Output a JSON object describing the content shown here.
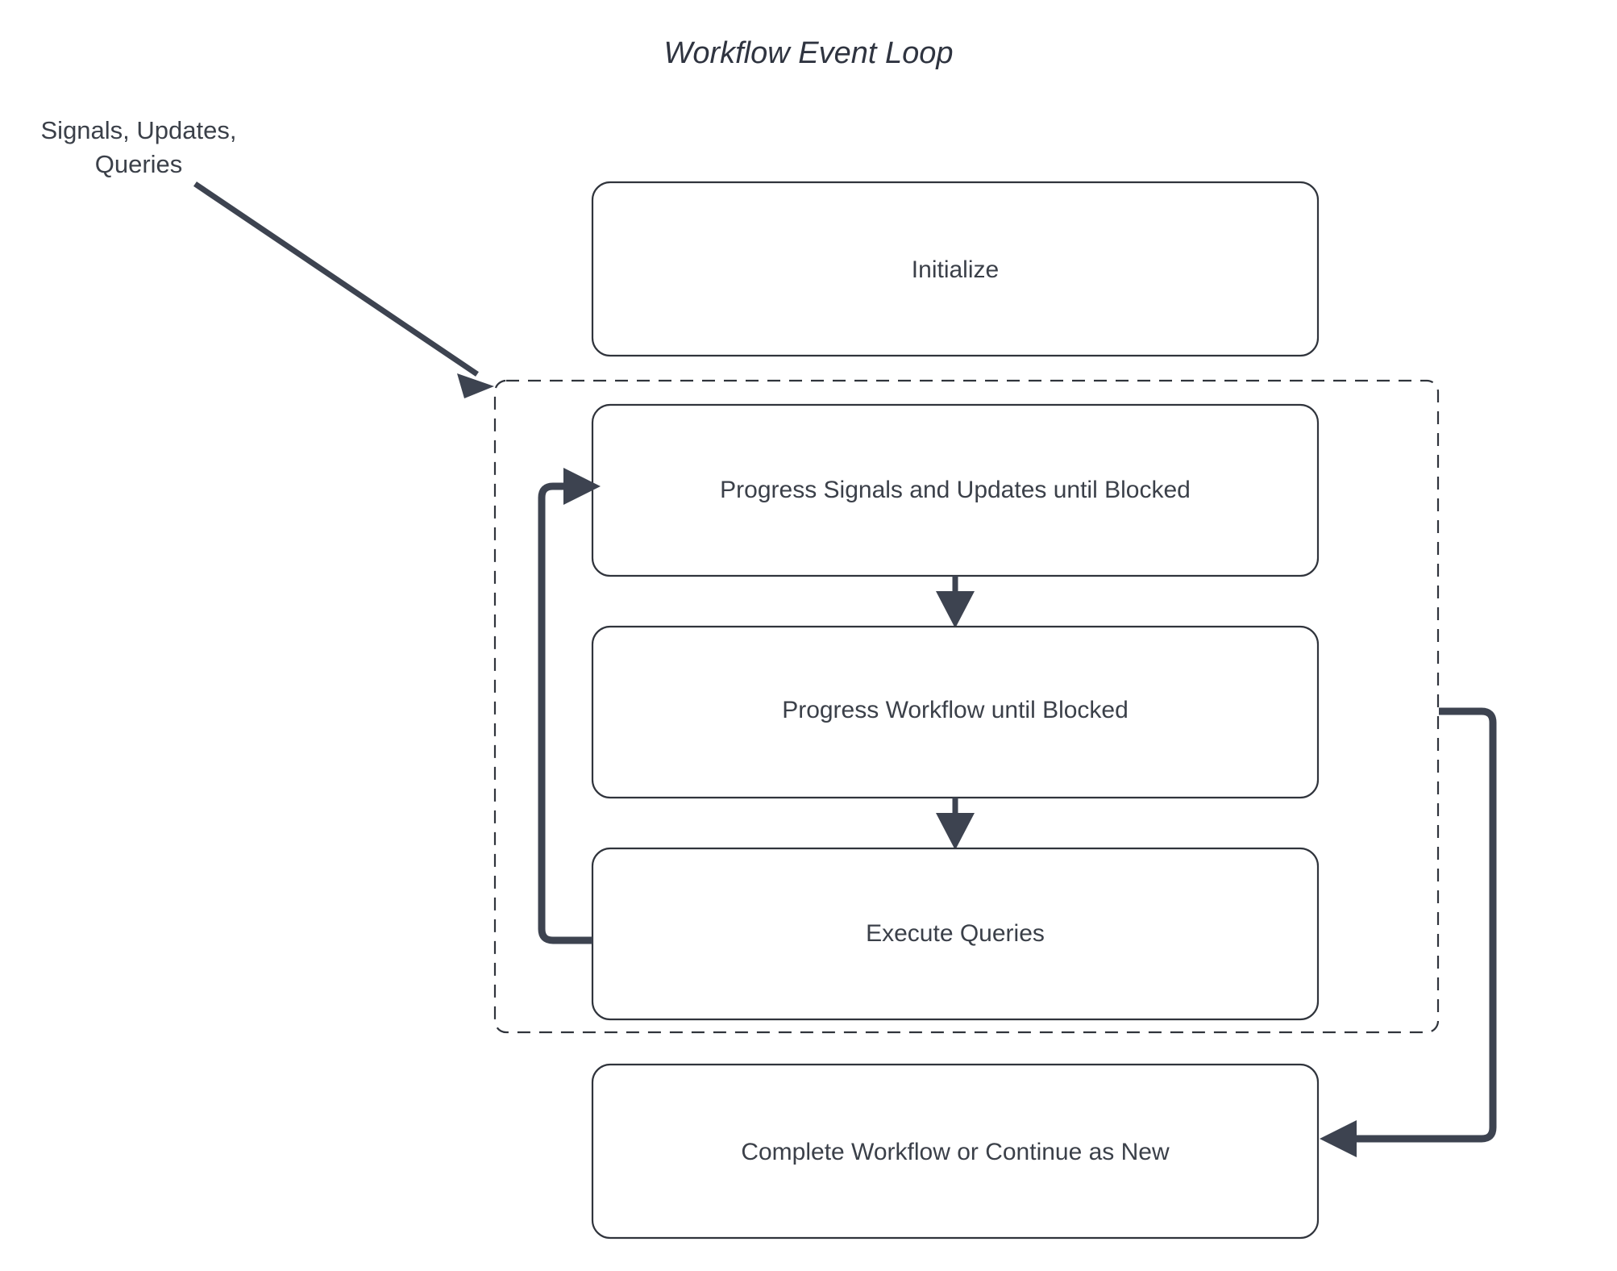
{
  "diagram": {
    "title": "Workflow Event Loop",
    "type": "flowchart",
    "background_color": "#ffffff",
    "stroke_color": "#3d4350",
    "box_border_color": "#30343c",
    "text_color": "#3b4049",
    "external_input_label": "Signals, Updates,\nQueries",
    "external_input_label_line1": "Signals, Updates,",
    "external_input_label_line2": "Queries",
    "nodes": [
      {
        "id": "initialize",
        "label": "Initialize",
        "inside_loop": false
      },
      {
        "id": "progress-signals",
        "label": "Progress Signals and Updates until Blocked",
        "inside_loop": true
      },
      {
        "id": "progress-workflow",
        "label": "Progress Workflow until Blocked",
        "inside_loop": true
      },
      {
        "id": "execute-queries",
        "label": "Execute Queries",
        "inside_loop": true
      },
      {
        "id": "complete-workflow",
        "label": "Complete Workflow or Continue as New",
        "inside_loop": false
      }
    ],
    "group": {
      "id": "event-loop-group",
      "label": "",
      "style": "dashed"
    },
    "edges": [
      {
        "from": "external-input",
        "to": "event-loop-group",
        "style": "diagonal-arrow"
      },
      {
        "from": "progress-signals",
        "to": "progress-workflow",
        "style": "down-arrow"
      },
      {
        "from": "progress-workflow",
        "to": "execute-queries",
        "style": "down-arrow"
      },
      {
        "from": "execute-queries",
        "to": "progress-signals",
        "style": "loop-back-left"
      },
      {
        "from": "event-loop-group",
        "to": "complete-workflow",
        "style": "loop-right-down"
      }
    ]
  }
}
